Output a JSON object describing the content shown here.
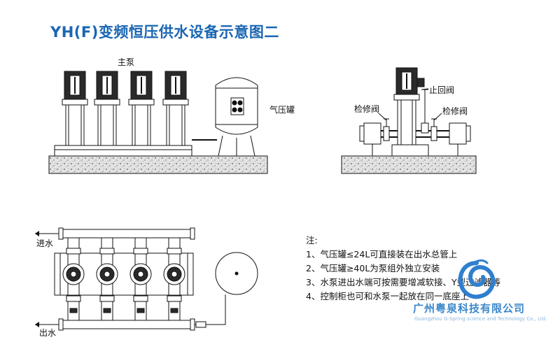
{
  "title": "YH(F)变频恒压供水设备示意图二",
  "labels": {
    "main_pump": "主泵",
    "pressure_tank": "气压罐",
    "check_valve": "止回阀",
    "service_valve_left": "检修阀",
    "service_valve_right": "检修阀",
    "water_in": "进水",
    "water_out": "出水"
  },
  "notes": {
    "heading": "注:",
    "items": [
      "1、气压罐≤24L可直接装在出水总管上",
      "2、气压罐≥40L为泵组外独立安装",
      "3、水泵进出水端可按需要增减软接、Y型过滤器等",
      "4、控制柜也可和水泵一起放在同一底座上"
    ]
  },
  "company": {
    "name_cn": "广州粤泉科技有限公司",
    "name_en": "Guangzhou G-Spring science and Technology Co., Ltd."
  },
  "colors": {
    "title": "#1a66b3",
    "brand": "#3b87c9",
    "logo": "#2f7fd0",
    "line": "#111111"
  }
}
